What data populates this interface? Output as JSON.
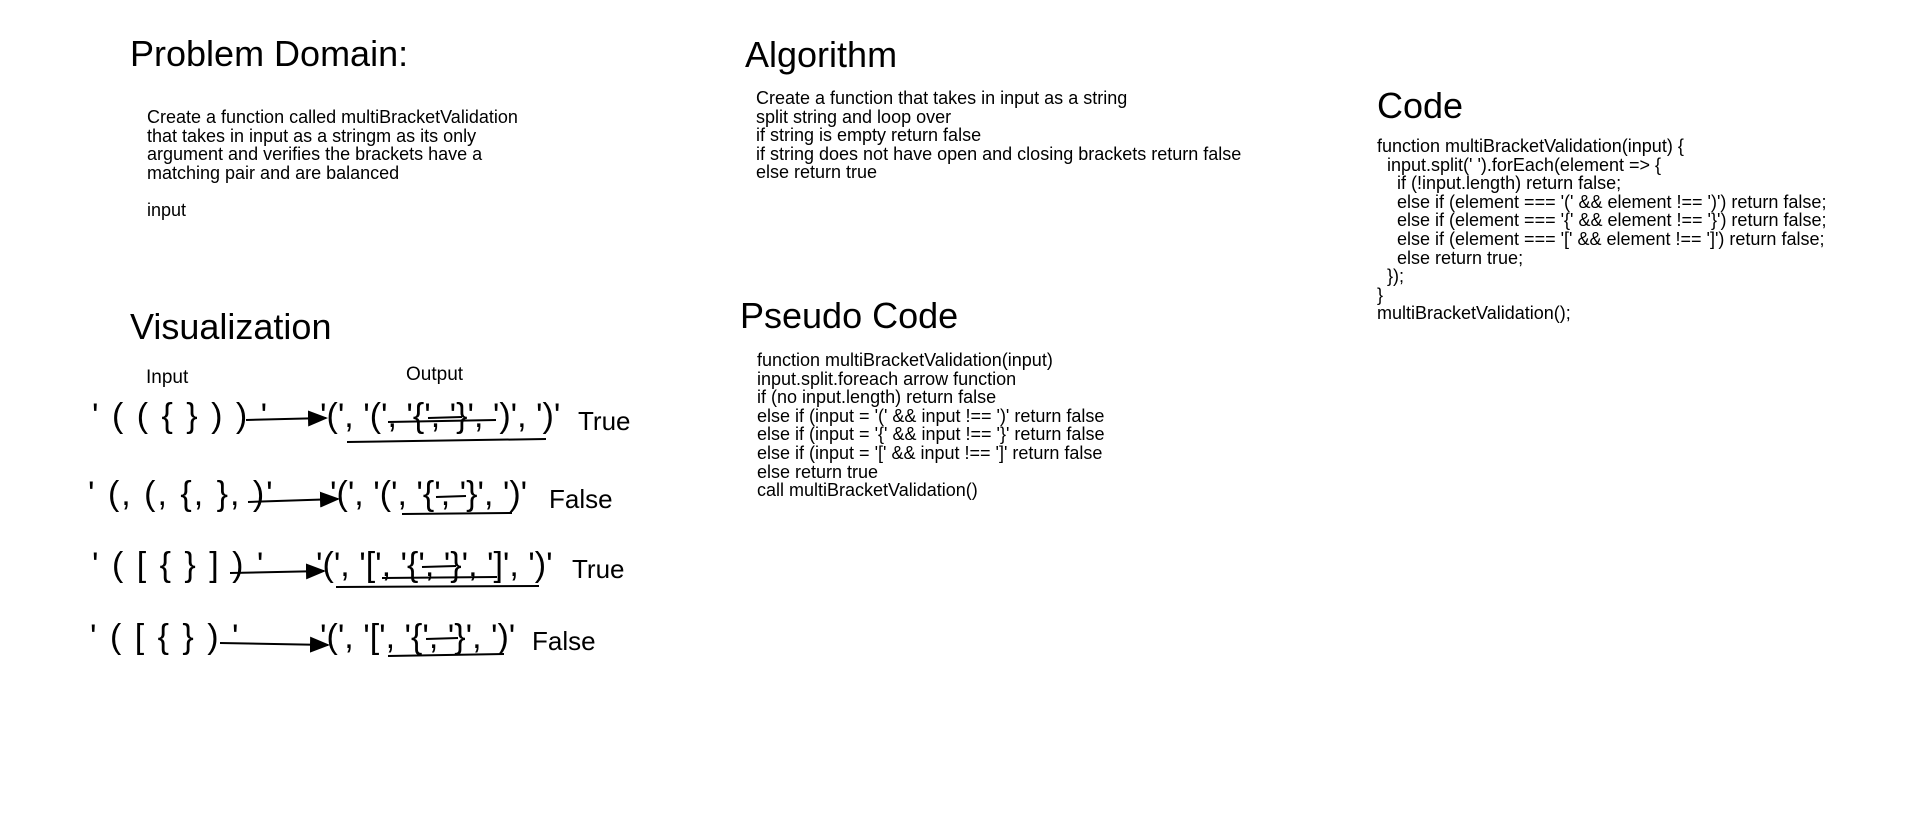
{
  "problem_domain": {
    "title": "Problem Domain:",
    "lines": [
      "Create a function called multiBracketValidation",
      "that takes in input as a stringm as its only",
      "argument and verifies the brackets have a",
      "matching pair and are balanced",
      "",
      "input"
    ]
  },
  "algorithm": {
    "title": "Algorithm",
    "lines": [
      "Create a function that takes in input as a string",
      "split string and loop over",
      "if string is empty return false",
      "if string does not have open and closing brackets return false",
      "else return true"
    ]
  },
  "code": {
    "title": "Code",
    "lines": [
      "function multiBracketValidation(input) {",
      "  input.split(' ').forEach(element => {",
      "    if (!input.length) return false;",
      "    else if (element === '(' && element !== ')') return false;",
      "    else if (element === '{' && element !== '}') return false;",
      "    else if (element === '[' && element !== ']') return false;",
      "    else return true;",
      "  });",
      "}",
      "multiBracketValidation();"
    ]
  },
  "visualization": {
    "title": "Visualization",
    "input_label": "Input",
    "output_label": "Output",
    "rows": [
      {
        "input": "' ( ( { } ) ) '",
        "output": "'(', '(', '{', '}', ')', ')'",
        "result": "True"
      },
      {
        "input": "' (, (, {, }, )'",
        "output": "'(', '(', '{', '}', ')'",
        "result": "False"
      },
      {
        "input": "' ( [ { } ] ) '",
        "output": "'(', '[', '{', '}', ']', ')'",
        "result": "True"
      },
      {
        "input": "' ( [ { } ) '",
        "output": "'(', '[', '{', '}', ')'",
        "result": "False"
      }
    ]
  },
  "pseudo_code": {
    "title": "Pseudo Code",
    "lines": [
      "function multiBracketValidation(input)",
      "input.split.foreach arrow function",
      "if (no input.length) return false",
      "else if (input = '(' && input !== ')' return false",
      "else if (input = '{' && input !== '}' return false",
      "else if (input = '[' && input !== ']' return false",
      "else return true",
      "call multiBracketValidation()"
    ]
  }
}
